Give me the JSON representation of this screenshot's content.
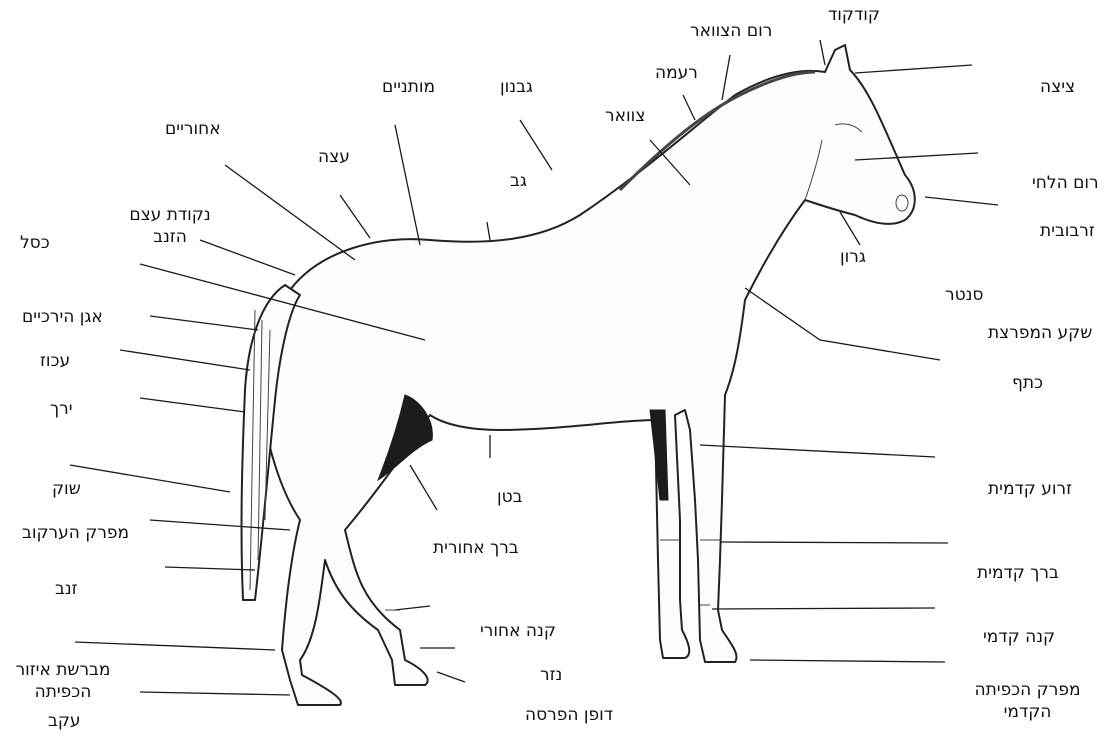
{
  "labels": {
    "kodkod": "קודקוד",
    "rom_hatzavar": "רום הצוואר",
    "tziza": "ציצה",
    "raama": "רעמה",
    "gavnun": "גבנון",
    "motnaim": "מותניים",
    "ahoraim": "אחוריים",
    "tzavar": "צוואר",
    "atza": "עצה",
    "gav": "גב",
    "rom_halehi": "רום הלחי",
    "nekudat_etzem_hazanav": "נקודת עצם הזנב",
    "zarbuvit": "זרבובית",
    "kesel": "כסל",
    "garon": "גרון",
    "santer": "סנטר",
    "agan_hayarkaim": "אגן הירכיים",
    "sheka_hamifratzet": "שקע המפרצת",
    "akoz": "עכוז",
    "katef": "כתף",
    "yarekh": "ירך",
    "zroa_kidmit": "זרוע קדמית",
    "shok": "שוק",
    "beten": "בטן",
    "mifrak_haarkov": "מפרק הערקוב",
    "berekh_ahorit": "ברך אחורית",
    "berekh_kidmit": "ברך קדמית",
    "zanav": "זנב",
    "kane_ahori": "קנה אחורי",
    "kane_kidmi": "קנה קדמי",
    "mivreshet_ezor_hakfita": "מברשת איזור הכפיתה",
    "nezer": "נזר",
    "mifrak_hakfita_hakidmi": "מפרק הכפיתה הקדמי",
    "akev": "עקב",
    "dofen_haparsa": "דופן הפרסה"
  }
}
